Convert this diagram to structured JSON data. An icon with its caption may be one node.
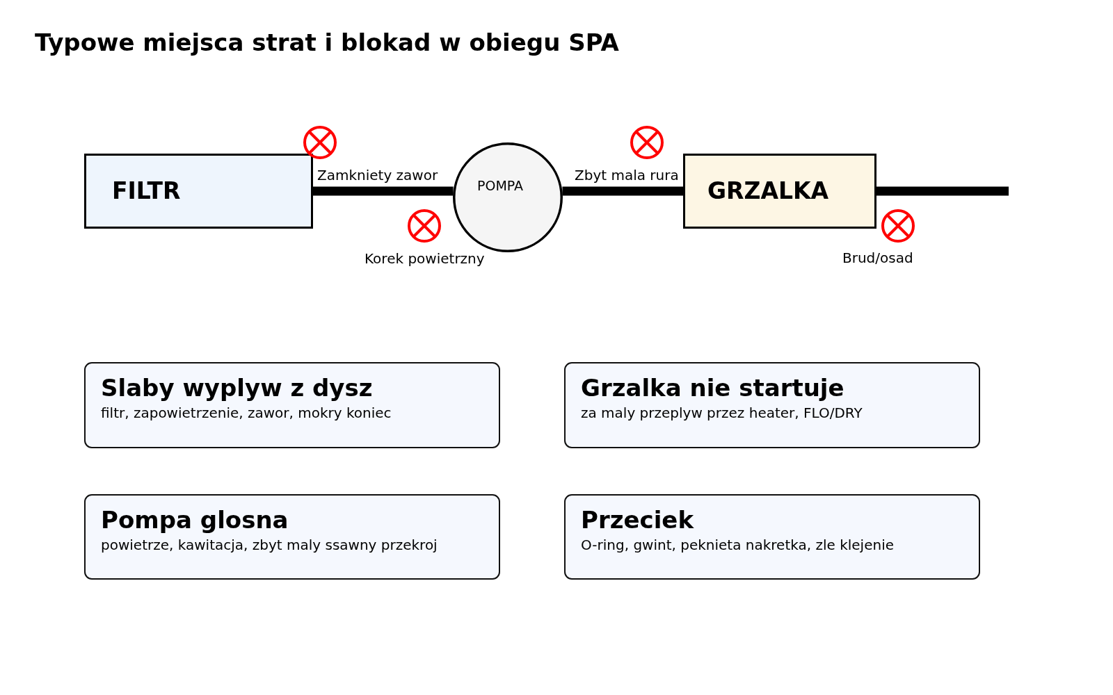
{
  "diagram": {
    "title": "Typowe miejsca strat i blokad w obiegu SPA",
    "nodes": [
      {
        "text": [
          "FILTR"
        ]
      },
      {
        "text": [
          "POMPA"
        ]
      },
      {
        "text": [
          "GRZALKA"
        ]
      },
      {
        "text": [
          "Slaby wyplyw z dysz",
          "filtr, zapowietrzenie, zawor, mokry koniec"
        ]
      },
      {
        "text": [
          "Grzalka nie startuje",
          "za maly przeplyw przez heater, FLO/DRY"
        ]
      },
      {
        "text": [
          "Pompa glosna",
          "powietrze, kawitacja, zbyt maly ssawny przekroj"
        ]
      },
      {
        "text": [
          "Przeciek",
          "O-ring, gwint, peknieta nakretka, zle klejenie"
        ]
      }
    ],
    "edges": [
      {
        "from": 0,
        "to": 1,
        "arrow": "none"
      },
      {
        "from": 1,
        "to": 2,
        "arrow": "none"
      },
      {
        "from": 2,
        "to": null,
        "arrow": "none"
      }
    ],
    "labels": [
      "Zamkniety zawor",
      "Zbyt mala rura",
      "Korek powietrzny",
      "Brud/osad"
    ]
  }
}
